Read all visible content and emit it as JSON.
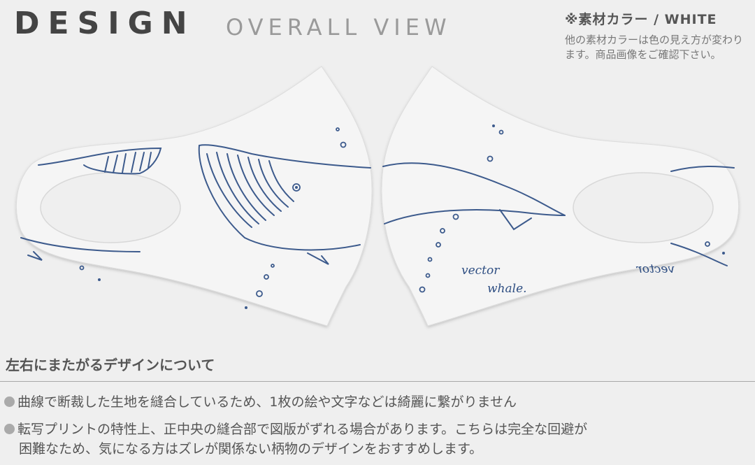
{
  "header": {
    "title": "DESIGN",
    "subtitle": "OVERALL VIEW"
  },
  "material": {
    "label": "※素材カラー / WHITE",
    "note": "他の素材カラーは色の見え方が変わります。商品画像をご確認下さい。"
  },
  "mask_artwork": {
    "handwritten_left": "vector",
    "handwritten_right": "whale.",
    "handwritten_mirror": "vector",
    "line_color": "#3c5a8c",
    "fabric_color": "#f4f4f4"
  },
  "section": {
    "heading": "左右にまたがるデザインについて"
  },
  "notes": [
    {
      "text": "曲線で断裁した生地を縫合しているため、1枚の絵や文字などは綺麗に繋がりません"
    },
    {
      "line1": "転写プリントの特性上、正中央の縫合部で図版がずれる場合があります。こちらは完全な回避が",
      "line2": "困難なため、気になる方はズレが関係ない柄物のデザインをおすすめします。"
    }
  ],
  "colors": {
    "background": "#efefef",
    "title_dark": "#444444",
    "title_light": "#9a9a9a",
    "bullet_dot": "#aaaaaa"
  }
}
